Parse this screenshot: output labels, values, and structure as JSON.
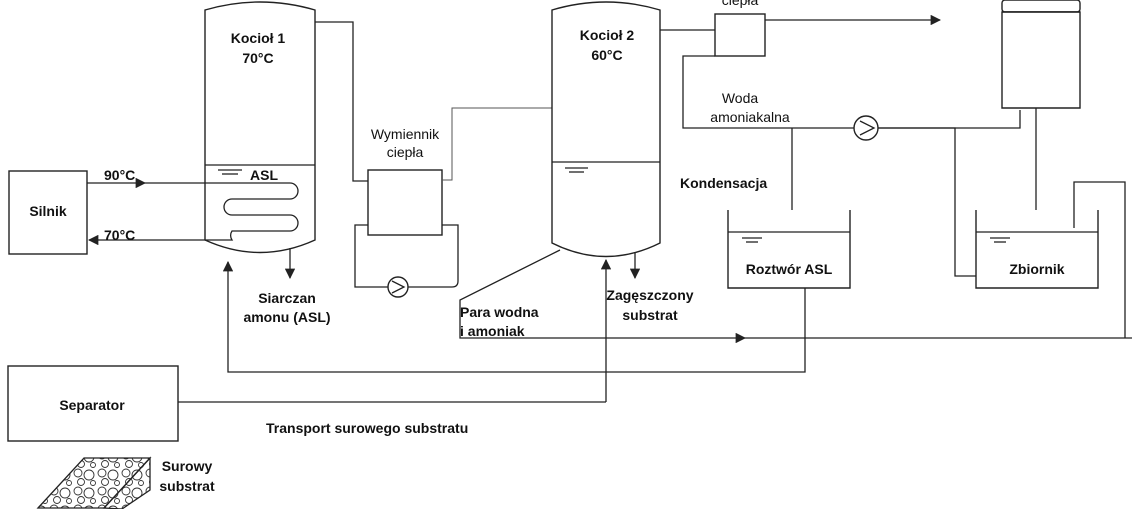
{
  "labels": {
    "kociol1_name": "Kocioł 1",
    "kociol1_temp": "70°C",
    "kociol2_name": "Kocioł 2",
    "kociol2_temp": "60°C",
    "asl": "ASL",
    "silnik": "Silnik",
    "temp_in": "90°C",
    "temp_out": "70°C",
    "siarczan_1": "Siarczan",
    "siarczan_2": "amonu (ASL)",
    "wymiennik_1": "Wymiennik",
    "wymiennik_2": "ciepła",
    "wymiennik_top": "ciepła",
    "woda_1": "Woda",
    "woda_2": "amoniakalna",
    "kondensacja": "Kondensacja",
    "roztwor": "Roztwór ASL",
    "zbiornik": "Zbiornik",
    "para_1": "Para wodna",
    "para_2": "i amoniak",
    "zageszczony_1": "Zagęszczony",
    "zageszczony_2": "substrat",
    "separator": "Separator",
    "transport": "Transport surowego substratu",
    "surowy_1": "Surowy",
    "surowy_2": "substrat"
  }
}
